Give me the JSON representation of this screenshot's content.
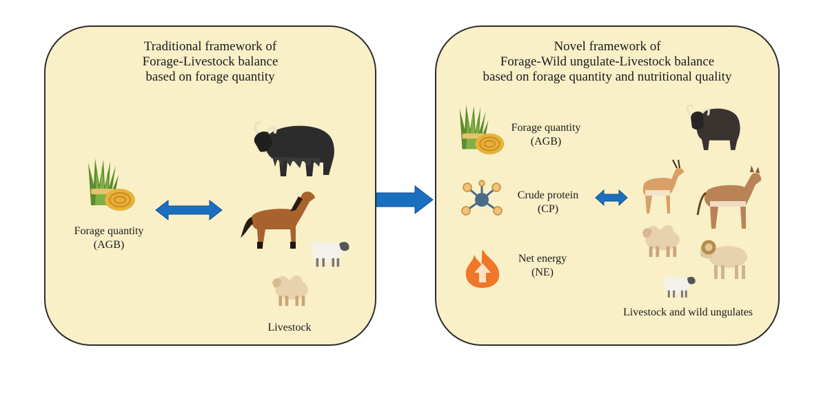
{
  "left": {
    "title_lines": [
      "Traditional framework of",
      "Forage-Livestock balance",
      "based on forage quantity"
    ],
    "forage_label_lines": [
      "Forage quantity",
      "(AGB)"
    ],
    "livestock_label": "Livestock"
  },
  "right": {
    "title_lines": [
      "Novel framework of",
      "Forage-Wild ungulate-Livestock balance",
      "based on forage quantity and nutritional quality"
    ],
    "forage_label_lines": [
      "Forage quantity",
      "(AGB)"
    ],
    "protein_label_lines": [
      "Crude protein",
      "(CP)"
    ],
    "energy_label_lines": [
      "Net energy",
      "(NE)"
    ],
    "group_label": "Livestock and wild ungulates"
  },
  "colors": {
    "panel_fill": "#f9f0c8",
    "arrow_blue": "#1a6fc0",
    "hay_green": "#5d8c2e",
    "hay_gold": "#e6b23a",
    "flame_orange": "#f0762a"
  },
  "icons": [
    "hay-bundle-icon",
    "yak-icon",
    "horse-icon",
    "sheep-icon",
    "molecule-icon",
    "flame-icon",
    "gazelle-icon",
    "wild-ass-icon",
    "argali-icon"
  ]
}
